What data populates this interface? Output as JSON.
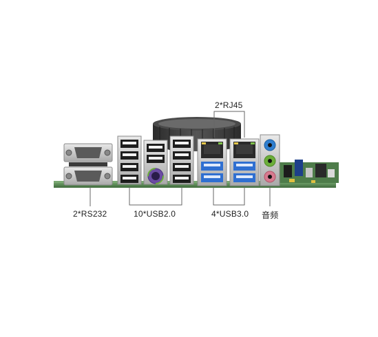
{
  "labels": {
    "rj45": "2*RJ45",
    "rs232": "2*RS232",
    "usb2": "10*USB2.0",
    "usb3": "4*USB3.0",
    "audio": "音频"
  },
  "colors": {
    "pcb_green": "#5a8a55",
    "usb3_blue": "#2f6fd1",
    "audio_blue": "#2f7fcf",
    "audio_green": "#6cae3a",
    "audio_pink": "#d77a8f",
    "ps2_purple": "#6b4ba3",
    "cooler_dark": "#3a3a3a",
    "metal": "#c9c9c9",
    "leader_line": "#666666"
  }
}
